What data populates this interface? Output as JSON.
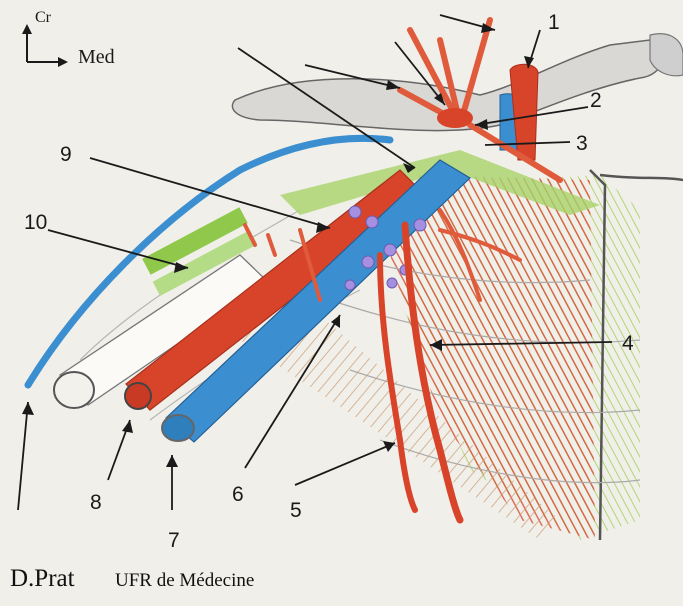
{
  "orientation": {
    "cranial": "Cr",
    "medial": "Med"
  },
  "labels": [
    "1",
    "2",
    "3",
    "4",
    "5",
    "6",
    "7",
    "8",
    "9",
    "10"
  ],
  "credit": {
    "author": "D.Prat",
    "institution": "UFR de Médecine"
  },
  "colors": {
    "artery": "#d8442a",
    "vein": "#3b8fd0",
    "nerve": "#8fc84a",
    "lymph": "#9a86d6",
    "bone": "#9a9a9a",
    "tendon": "#b9875a"
  }
}
